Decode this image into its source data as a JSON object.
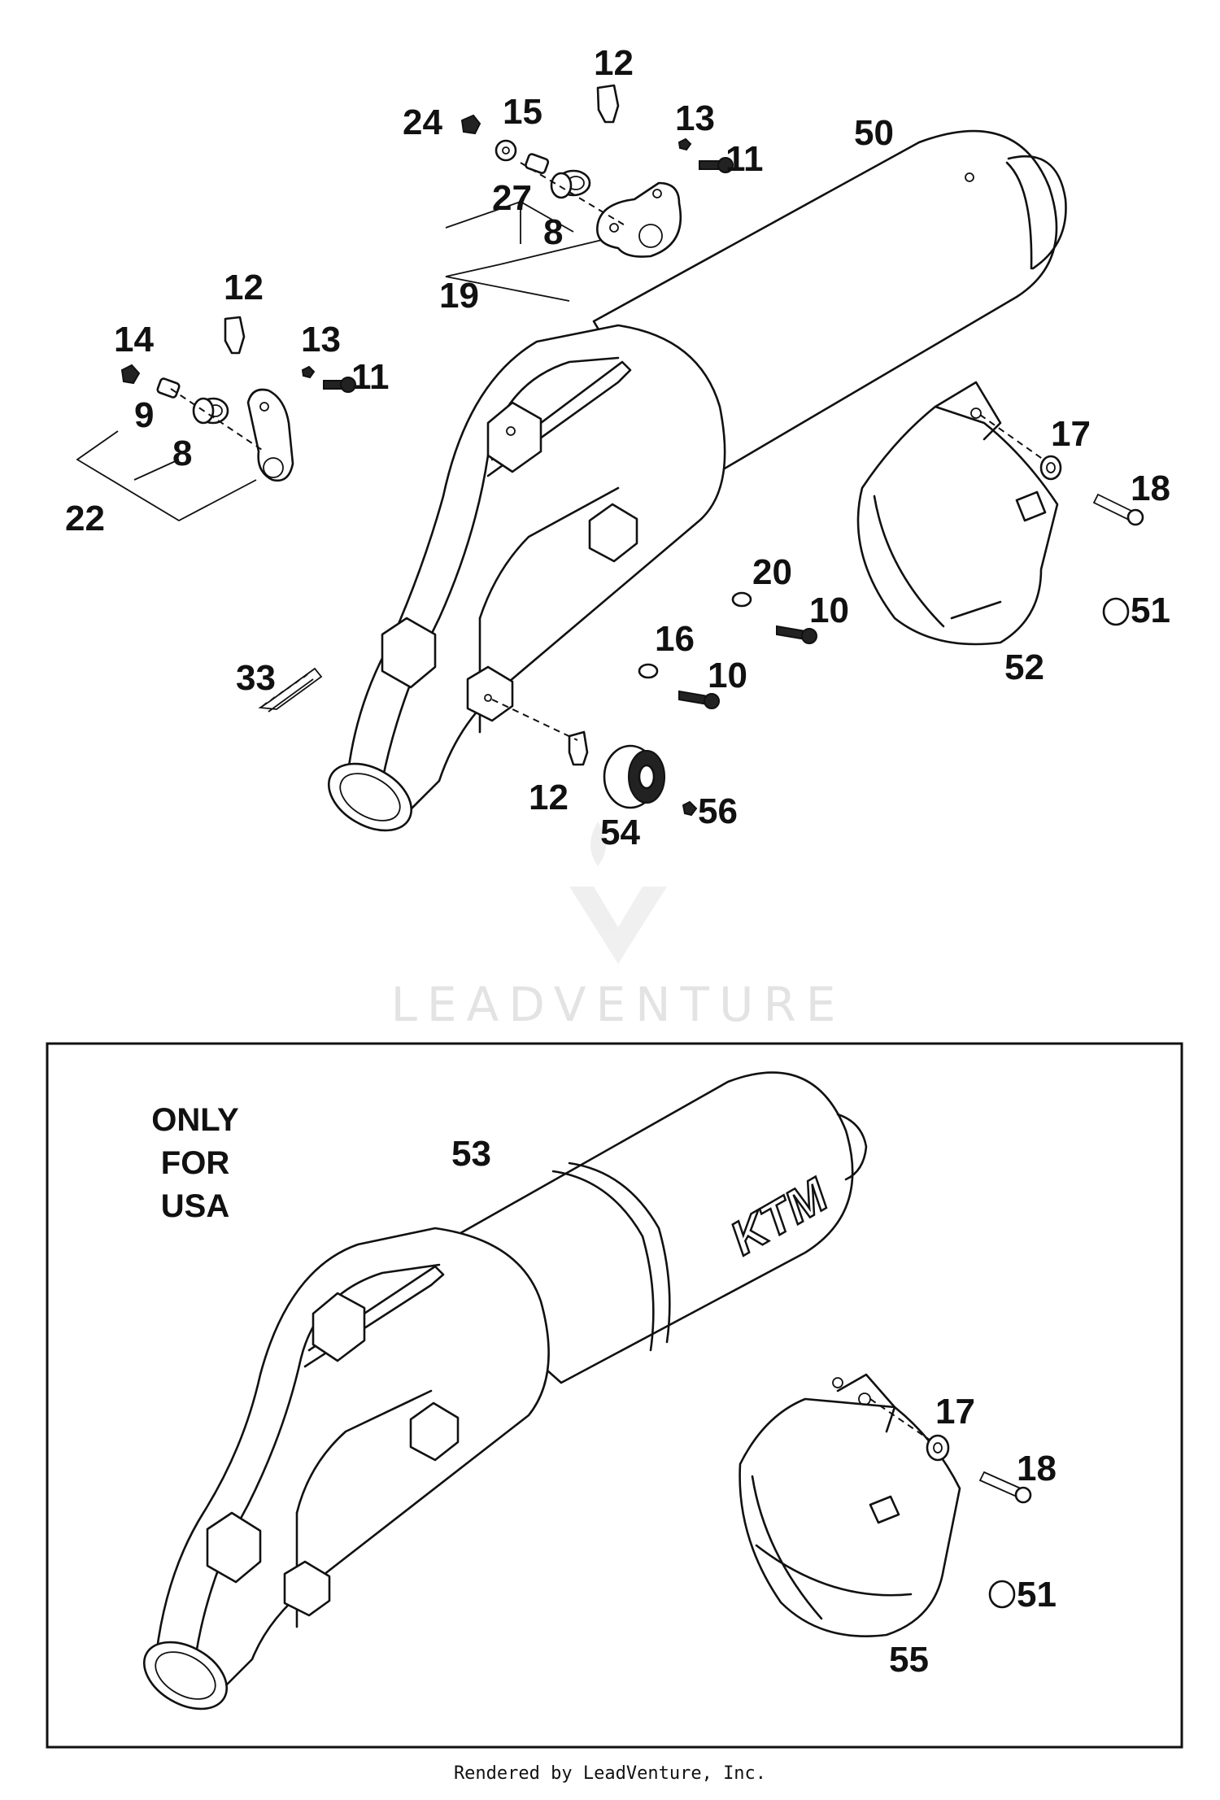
{
  "watermark": "LEADVENTURE",
  "footer": "Rendered by LeadVenture, Inc.",
  "usa_note": [
    "ONLY",
    "FOR",
    "USA"
  ],
  "brand_logo": "KTM",
  "callouts_top": [
    "12",
    "24",
    "15",
    "13",
    "11",
    "50",
    "27",
    "8",
    "19",
    "12",
    "14",
    "13",
    "11",
    "9",
    "8",
    "22",
    "17",
    "18",
    "20",
    "10",
    "51",
    "16",
    "10",
    "52",
    "33",
    "12",
    "54",
    "56"
  ],
  "callouts_bottom": [
    "53",
    "17",
    "18",
    "51",
    "55"
  ]
}
